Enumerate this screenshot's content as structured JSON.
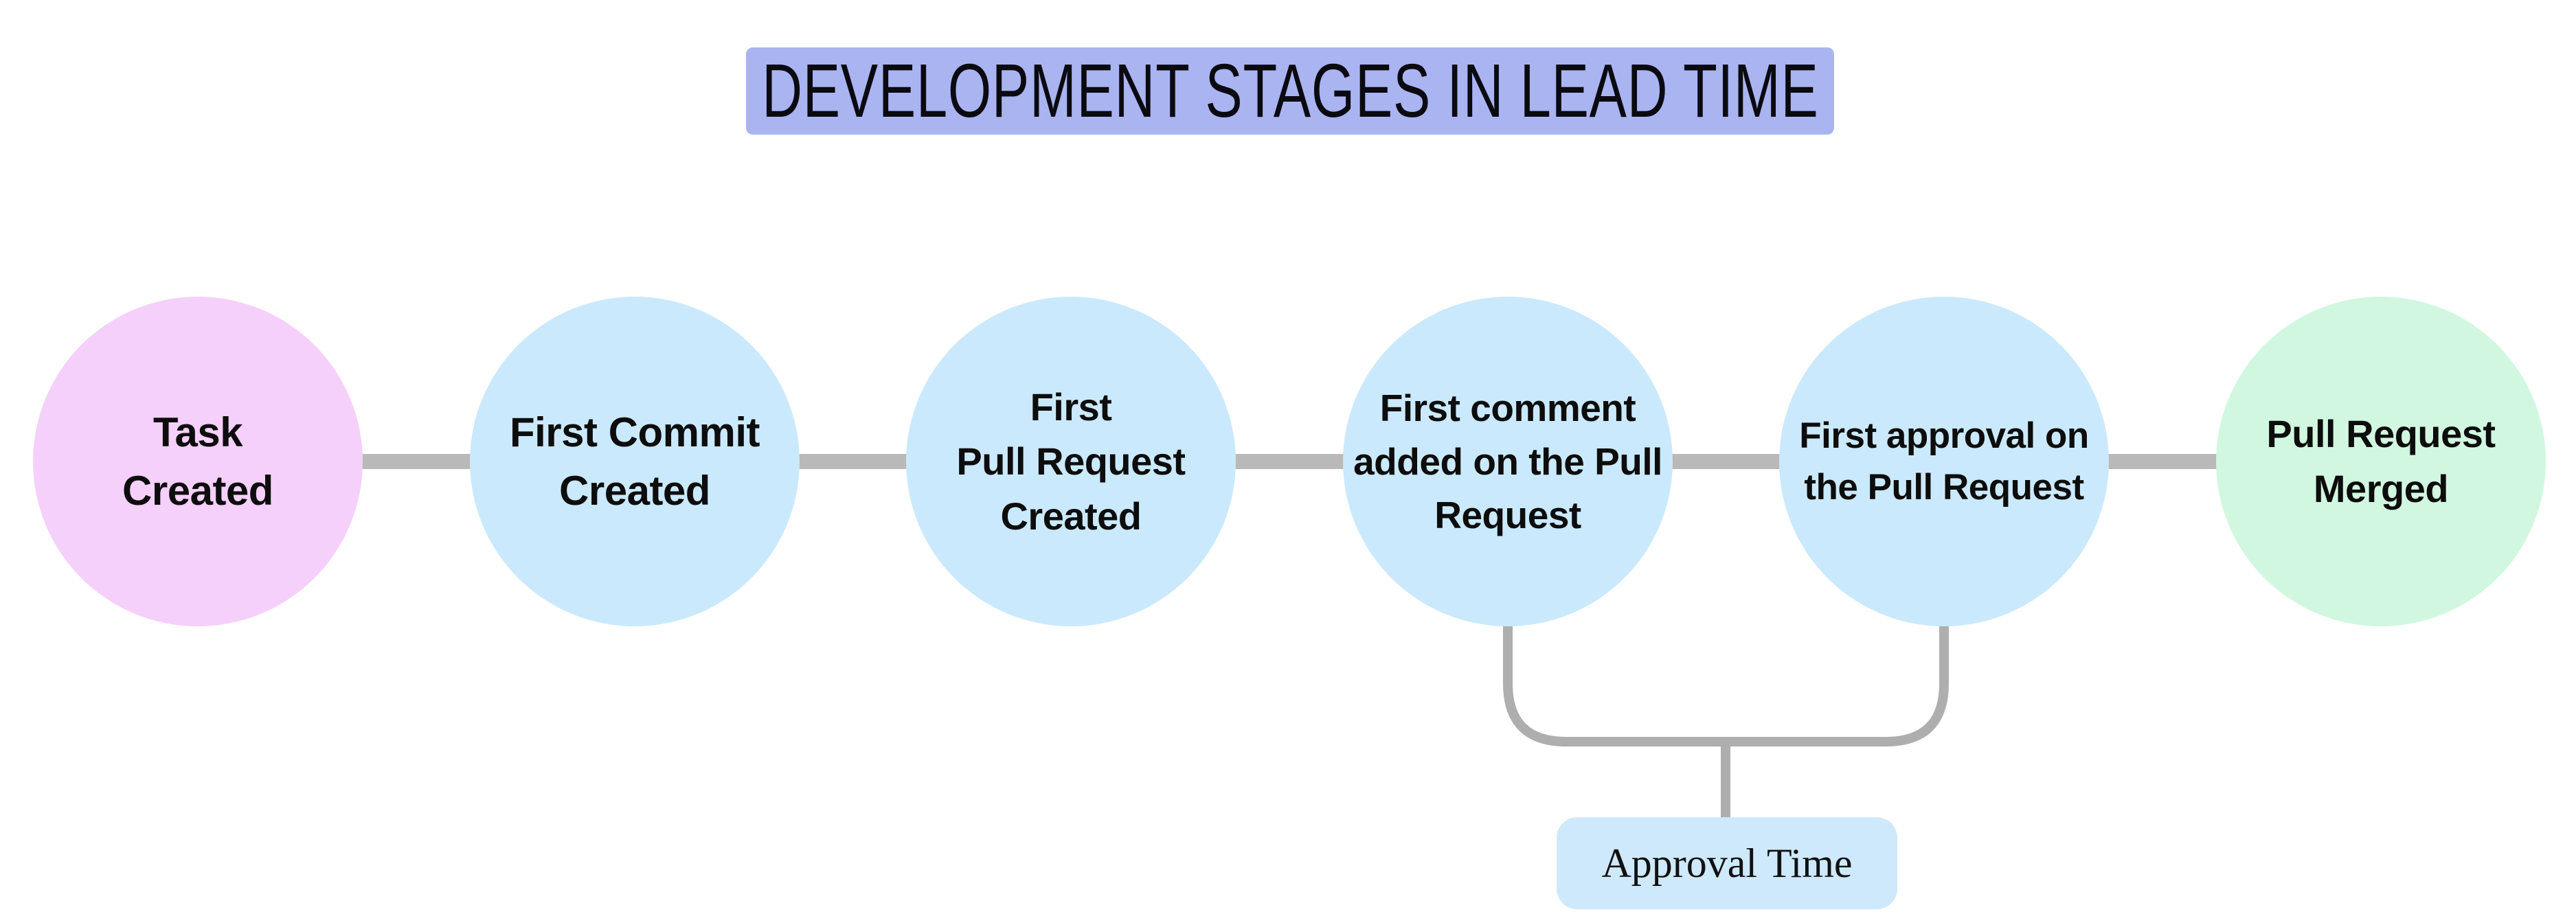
{
  "title": {
    "text": "DEVELOPMENT STAGES IN LEAD TIME",
    "background": "#a9b4f1"
  },
  "stages": [
    {
      "label": "Task\nCreated",
      "color": "#f5d0fa"
    },
    {
      "label": "First Commit\nCreated",
      "color": "#cbe9fc"
    },
    {
      "label": "First\nPull Request\nCreated",
      "color": "#cbe9fc"
    },
    {
      "label": "First comment\nadded on the Pull\nRequest",
      "color": "#cbe9fc"
    },
    {
      "label": "First approval on\nthe Pull Request",
      "color": "#cbe9fc"
    },
    {
      "label": "Pull Request\nMerged",
      "color": "#d2f7e0"
    }
  ],
  "annotation": {
    "label": "Approval Time",
    "background": "#cee9fb"
  },
  "colors": {
    "connector": "#b9b9b9",
    "bracket": "#aeaeae"
  }
}
